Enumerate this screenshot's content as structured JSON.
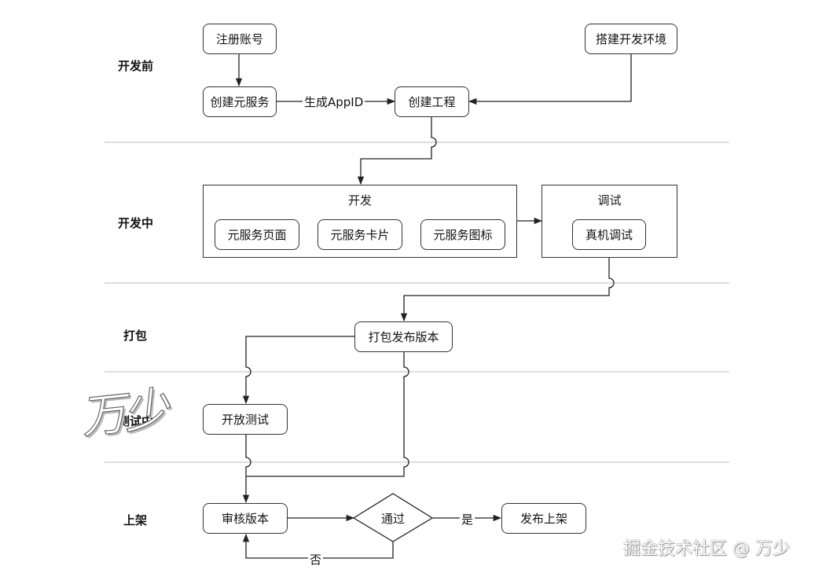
{
  "lanes": {
    "pre": "开发前",
    "during": "开发中",
    "pack": "打包",
    "test": "测试中",
    "release": "上架"
  },
  "nodes": {
    "register": "注册账号",
    "setup_env": "搭建开发环境",
    "create_service": "创建元服务",
    "create_project": "创建工程",
    "service_page": "元服务页面",
    "service_card": "元服务卡片",
    "service_icon": "元服务图标",
    "device_debug": "真机调试",
    "package_release": "打包发布版本",
    "open_test": "开放测试",
    "review_version": "审核版本",
    "pass_decision": "通过",
    "publish": "发布上架"
  },
  "groups": {
    "develop": "开发",
    "debug": "调试"
  },
  "edges": {
    "generate_appid": "生成AppID",
    "yes": "是",
    "no": "否"
  },
  "watermark": {
    "signature": "万少",
    "brand": "掘金技术社区 @ 万少"
  },
  "colors": {
    "line": "#333333",
    "lane_divider": "#bdbdbd"
  }
}
